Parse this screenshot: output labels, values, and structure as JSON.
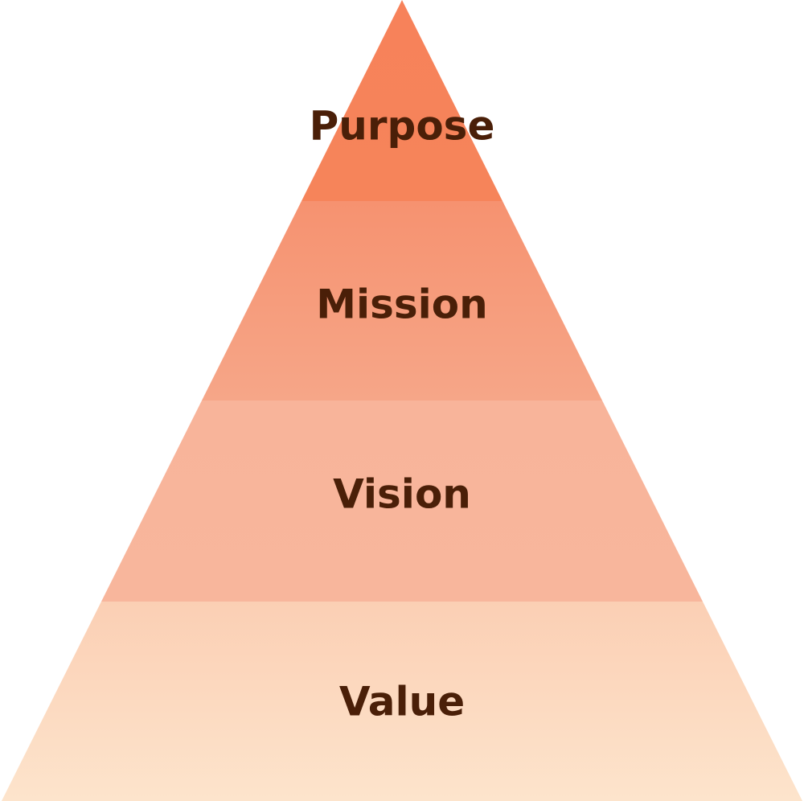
{
  "title": "Pyramid",
  "levels": [
    {
      "label": "Purpose",
      "color_top": "#f7825a",
      "color_bottom": "#f6845a"
    },
    {
      "label": "Mission",
      "color_top": "#f69270",
      "color_bottom": "#f6a688"
    },
    {
      "label": "Vision",
      "color_top": "#f8b49a",
      "color_bottom": "#f8b69c"
    },
    {
      "label": "Value",
      "color_top": "#fbcfb4",
      "color_bottom": "#fde4cc"
    }
  ],
  "text_color": "#4a1f08"
}
